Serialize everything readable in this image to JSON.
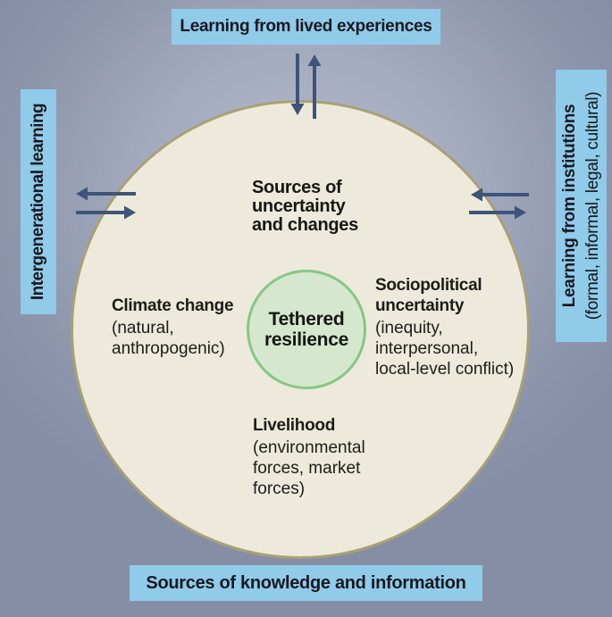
{
  "figure": {
    "outer_labels": {
      "top": "Learning from lived experiences",
      "left": "Intergenerational learning",
      "right_title": "Learning from institutions",
      "right_subtitle": "(formal, informal, legal, cultural)",
      "bottom": "Sources of knowledge and information"
    },
    "circle": {
      "heading": "Sources of\nuncertainty\nand changes",
      "center_label": "Tethered\nresilience",
      "items": [
        {
          "title": "Climate change",
          "detail": "(natural,\nanthropogenic)"
        },
        {
          "title": "Sociopolitical\nuncertainty",
          "detail": "(inequity,\ninterpersonal,\nlocal-level conflict)"
        },
        {
          "title": "Livelihood",
          "detail": "(environmental\nforces, market\nforces)"
        }
      ]
    },
    "icons": {
      "top": [
        "arrow-down-icon",
        "arrow-up-icon"
      ],
      "left": [
        "arrow-left-icon",
        "arrow-right-icon"
      ],
      "right": [
        "arrow-left-icon",
        "arrow-right-icon"
      ]
    },
    "colors": {
      "background_center": "#b8bdcc",
      "background_edge": "#868ea6",
      "label_box_blue": "#90cbea",
      "label_text": "#17191e",
      "outer_circle_fill": "#edeadb",
      "outer_circle_border": "#a8a176",
      "inner_circle_fill": "#d5e8cd",
      "inner_circle_border": "#87c686",
      "arrow": "#3e5478",
      "body_text": "#1e1c19"
    }
  }
}
